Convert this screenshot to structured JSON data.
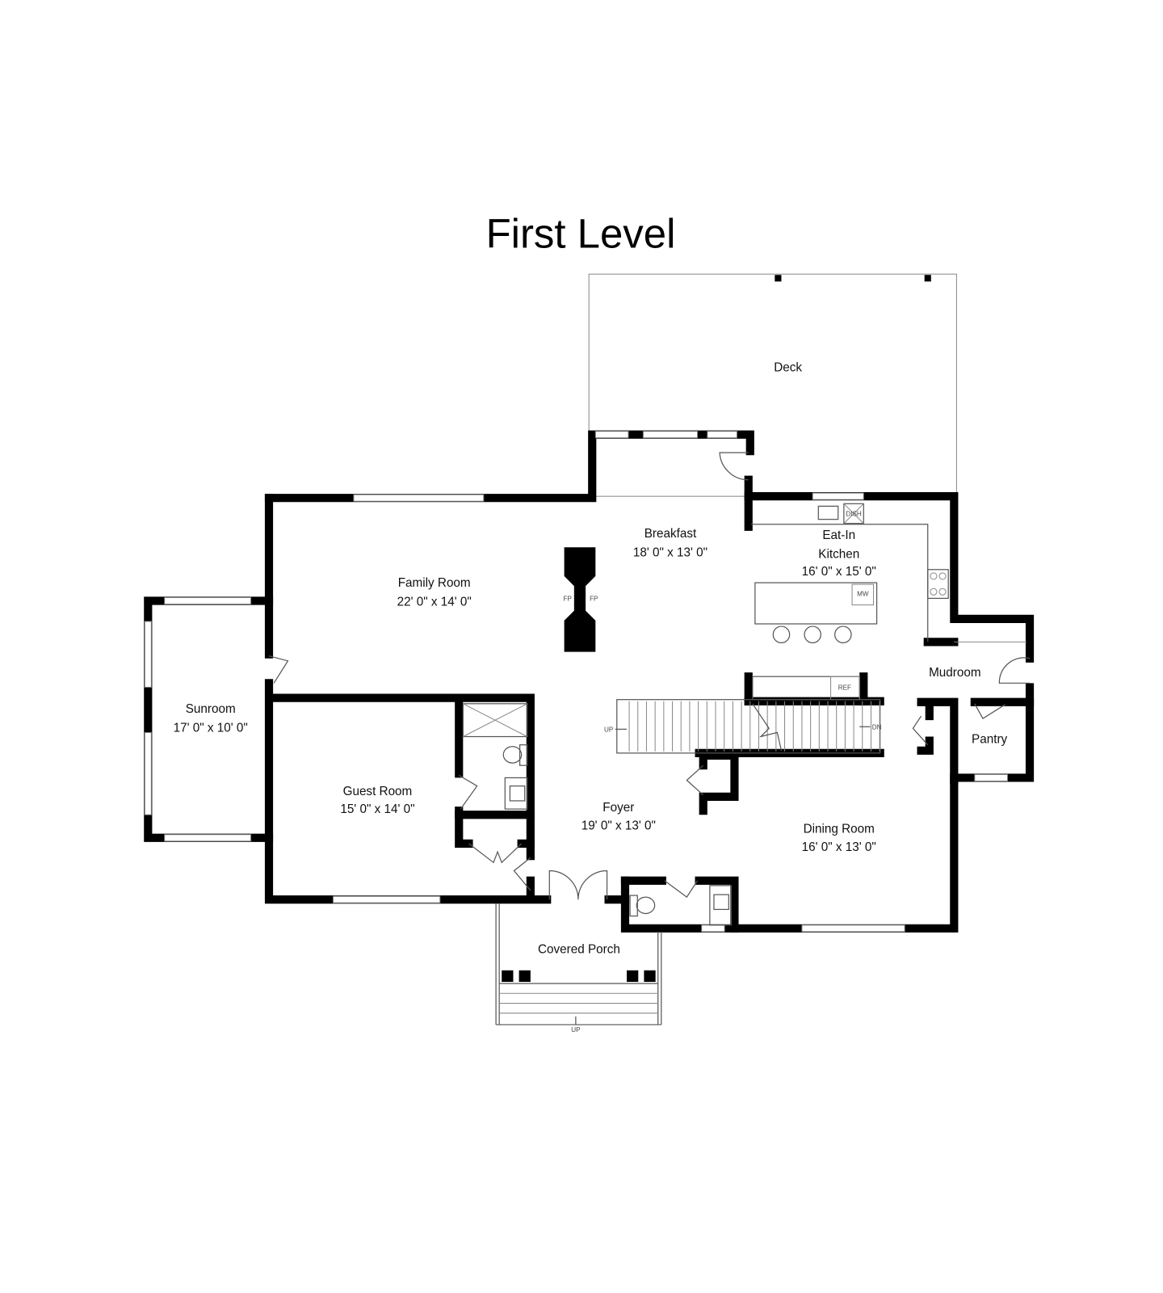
{
  "title": "First Level",
  "rooms": {
    "deck": {
      "name": "Deck"
    },
    "breakfast": {
      "name": "Breakfast",
      "size": "18' 0\" x 13' 0\""
    },
    "kitchen": {
      "name_line1": "Eat-In",
      "name_line2": "Kitchen",
      "size": "16' 0\" x 15' 0\""
    },
    "family": {
      "name": "Family Room",
      "size": "22' 0\" x 14' 0\""
    },
    "sunroom": {
      "name": "Sunroom",
      "size": "17' 0\" x 10' 0\""
    },
    "guest": {
      "name": "Guest Room",
      "size": "15' 0\" x 14' 0\""
    },
    "foyer": {
      "name": "Foyer",
      "size": "19' 0\" x 13' 0\""
    },
    "dining": {
      "name": "Dining Room",
      "size": "16' 0\" x 13' 0\""
    },
    "mudroom": {
      "name": "Mudroom"
    },
    "pantry": {
      "name": "Pantry"
    },
    "porch": {
      "name": "Covered Porch"
    }
  },
  "fixtures": {
    "dishwasher": "DISH",
    "microwave": "MW",
    "refrigerator": "REF",
    "fireplace_left": "FP",
    "fireplace_right": "FP",
    "stair_up": "UP",
    "stair_down": "DN",
    "porch_up": "UP"
  }
}
